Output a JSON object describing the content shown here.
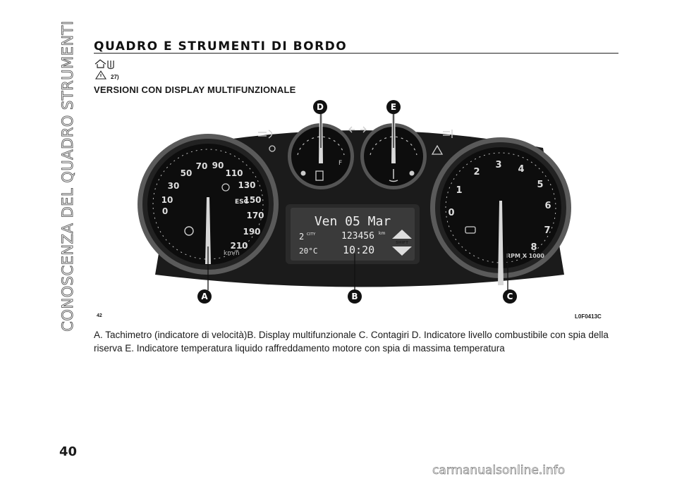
{
  "side_title": "CONOSCENZA DEL QUADRO STRUMENTI",
  "section_title": "QUADRO E STRUMENTI DI BORDO",
  "note_ref": "27)",
  "subsection_title": "VERSIONI CON DISPLAY MULTIFUNZIONALE",
  "figure": {
    "number": "42",
    "code": "L0F0413C",
    "callouts": [
      "A",
      "B",
      "C",
      "D",
      "E"
    ],
    "speedometer": {
      "scale": [
        "0",
        "10",
        "30",
        "50",
        "70",
        "90",
        "110",
        "130",
        "150",
        "170",
        "190",
        "210"
      ],
      "unit": "km/h",
      "esc": "ESC"
    },
    "tachometer": {
      "scale": [
        "0",
        "1",
        "2",
        "3",
        "4",
        "5",
        "6",
        "7",
        "8"
      ],
      "unit": "RPM X 1000"
    },
    "fuel_gauge": {
      "full": "F"
    },
    "display": {
      "date": "Ven 05 Mar",
      "gear": "2",
      "mode": "CITY",
      "odometer": "123456",
      "odometer_unit": "km",
      "temperature": "20°C",
      "time": "10:20",
      "shift": "SHIFT"
    }
  },
  "caption": "A. Tachimetro (indicatore di velocità)B. Display multifunzionale C. Contagiri D. Indicatore livello combustibile con spia della riserva E. Indicatore temperatura liquido raffreddamento motore con spia di massima temperatura",
  "page_number": "40",
  "watermark": "carmanualsonline.info",
  "colors": {
    "cluster_body": "#1b1b1b",
    "dial_face": "#0d0d0d",
    "display_bg": "#3a3a3a",
    "callout": "#111111"
  }
}
